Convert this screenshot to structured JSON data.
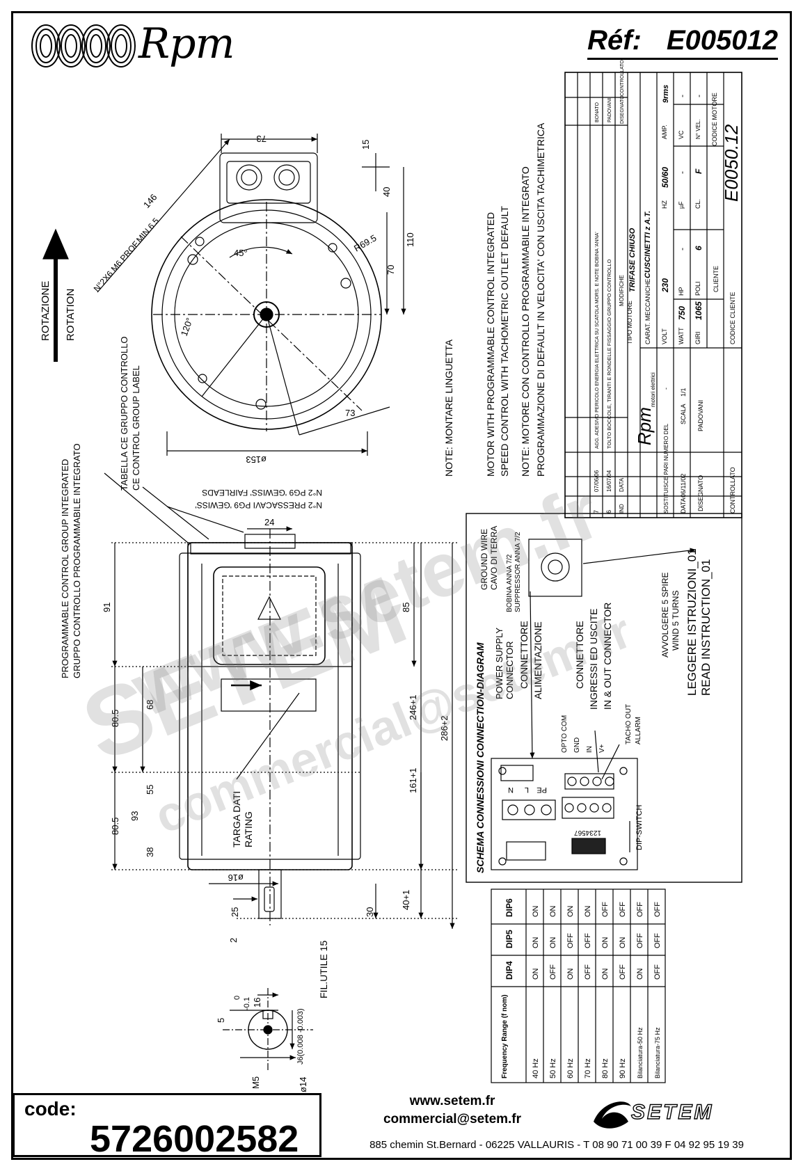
{
  "header": {
    "brand": "Rpm",
    "ref_label": "Réf:",
    "ref_value": "E005012"
  },
  "labels": {
    "rotazione": "ROTAZIONE",
    "rotation": "ROTATION",
    "fixing": "N°2X6 M6 PROF.MIN.6.5",
    "tabella1": "TABELLA CE GRUPPO CONTROLLO",
    "tabella2": "CE CONTROL GROUP LABEL",
    "pcg1": "PROGRAMMABLE CONTROL GROUP INTEGRATED",
    "pcg2": "GRUPPO CONTROLLO PROGRAMMABILE INTEGRATO",
    "press1": "N°2 PRESSACAVI PG9 'GEWISS'",
    "press2": "N°2 PG9 'GEWISS' FAIRLEADS",
    "targa": "TARGA DATI",
    "rating": "RATING",
    "filutile": "FIL.UTILE 15",
    "note_ling": "NOTE: MONTARE LINGUETTA",
    "note1": "MOTOR WITH PROGRAMMABLE CONTROL INTEGRATED",
    "note2": "SPEED CONTROL WITH TACHOMETRIC OUTLET DEFAULT",
    "note3": "NOTE: MOTORE CON CONTROLLO PROGRAMMABILE INTEGRATO",
    "note4": "PROGRAMMAZIONE DI DEFAULT IN VELOCITA' CON USCITA TACHIMETRICA"
  },
  "dims": {
    "d73top": "73",
    "d15": "15",
    "d40": "40",
    "d110": "110",
    "d70": "70",
    "d146": "146",
    "d45": "45°",
    "dR69": "R69.5",
    "d120": "120°",
    "d73b": "73",
    "d153": "ø153",
    "d24": "24",
    "d91": "91",
    "d85": "85",
    "d68": "68",
    "d80a": "80.5",
    "d246": "246+1",
    "d286": "286+2",
    "d161": "161+1",
    "d55": "55",
    "d93": "93",
    "d80b": "80.5",
    "d38": "38",
    "d16": "ø16",
    "d25": "25",
    "d30": "30",
    "d40b": "40+1",
    "d2": "2",
    "s5": "5",
    "s0": "0",
    "s01": "-0.1",
    "s16": "16",
    "sj6": "J6(0.008 -0.003)",
    "s14": "ø14",
    "sm5": "M5"
  },
  "wiring": {
    "title": "SCHEMA CONNESSIONI    CONNECTION-DIAGRAM",
    "ground1": "GROUND WIRE",
    "ground2": "CAVO DI TERRA",
    "bob1": "BOBINA ANNA 7/2",
    "bob2": "SUPPRESSOR ANNA 7/2",
    "ps1": "POWER SUPPLY",
    "ps2": "CONNECTOR",
    "conn1": "CONNETTORE",
    "conn2": "ALIMENTAZIONE",
    "io1": "CONNETTORE",
    "io2": "INGRESSI ED USCITE",
    "io3": "IN & OUT CONNECTOR",
    "avv1": "AVVOLGERE 5 SPIRE",
    "avv2": "WIND 5 TURNS",
    "read1": "LEGGERE ISTRUZIONI_01",
    "read2": "READ INSTRUCTION_01",
    "pins": [
      "OPTO COM",
      "GND",
      "IN",
      "V+"
    ],
    "tacho1": "TACHO OUT",
    "tacho2": "ALLARM",
    "dip": "DIP-SWITCH",
    "dipnums": "1234567",
    "nlpe": [
      "N",
      "L",
      "PE"
    ]
  },
  "dip_table": {
    "headers": [
      "Frequency Range (f nom)",
      "DIP4",
      "DIP5",
      "DIP6"
    ],
    "rows": [
      [
        "40 Hz",
        "ON",
        "ON",
        "ON"
      ],
      [
        "50 Hz",
        "OFF",
        "ON",
        "ON"
      ],
      [
        "60 Hz",
        "ON",
        "OFF",
        "ON"
      ],
      [
        "70 Hz",
        "OFF",
        "OFF",
        "ON"
      ],
      [
        "80 Hz",
        "ON",
        "ON",
        "OFF"
      ],
      [
        "90 Hz",
        "OFF",
        "ON",
        "OFF"
      ],
      [
        "Bilanciatura-50 Hz",
        "ON",
        "OFF",
        "OFF"
      ],
      [
        "Bilanciatura-75 Hz",
        "OFF",
        "OFF",
        "OFF"
      ]
    ]
  },
  "title_block": {
    "mods": [
      {
        "ind": "7",
        "data": "07/06/06",
        "desc": "AGG. ADESIVO PERICOLO ENERGIA ELETTRICA SU SCATOLA MORS. E NOTE BOBINA 'ANNA'",
        "sign": "BONATO"
      },
      {
        "ind": "6",
        "data": "16/07/04",
        "desc": "TOLTO BOCCOLE, TIRANTI E RONDELLE FISSAGGIO GRUPPO CONTROLLO",
        "sign": "PADOVANI"
      }
    ],
    "h_ind": "IND",
    "h_data": "DATA",
    "h_modifiche": "MODIFICHE",
    "h_disegnato": "DISEGNATO",
    "h_controllato": "CONTROLLATO",
    "rpm_name": "Rpm",
    "rpm_sub": "motori elettrici",
    "sostituisce": "SOSTITUISCE PARI NUMERO DEL",
    "sost_val": "-",
    "data_label": "DATA",
    "data_val": "06/11/02",
    "scala_label": "SCALA",
    "scala_val": "1/1",
    "disegnato": "DISEGNATO",
    "disegnato_val": "PADOVANI",
    "controllato": "CONTROLLATO",
    "tipo_motore": "TIPO MOTORE",
    "tipo_val": "TRIFASE CHIUSO",
    "carat": "CARAT. MECCANICHE",
    "carat_val": "CUSCINETTI z A.T.",
    "volt": "VOLT",
    "volt_val": "230",
    "hz": "HZ",
    "hz_val": "50/60",
    "amp": "AMP.",
    "amp_val": "9rms",
    "watt": "WATT",
    "watt_val": "750",
    "hp": "HP",
    "hp_val": "-",
    "uf": "µF",
    "uf_val": "-",
    "vc": "VC",
    "vc_val": "-",
    "giri": "GIRI",
    "giri_val": "1065",
    "poli": "POLI",
    "poli_val": "6",
    "cl": "CL.",
    "cl_val": "F",
    "nvel": "N° VEL.",
    "nvel_val": "-",
    "cliente": "CLIENTE",
    "codice_motore": "CODICE MOTORE",
    "codice_motore_val": "E0050.12",
    "codice_cliente": "CODICE CLIENTE"
  },
  "watermarks": [
    "www.setem.fr",
    "SETEM",
    "commercial@setem.fr"
  ],
  "footer": {
    "code_label": "code:",
    "code_value": "5726002582",
    "web": "www.setem.fr",
    "email": "commercial@setem.fr",
    "address": "885 chemin St.Bernard  -  06225 VALLAURIS  -  T 08 90 71 00 39   F 04 92 95 19 39",
    "setem": "SETEM"
  }
}
